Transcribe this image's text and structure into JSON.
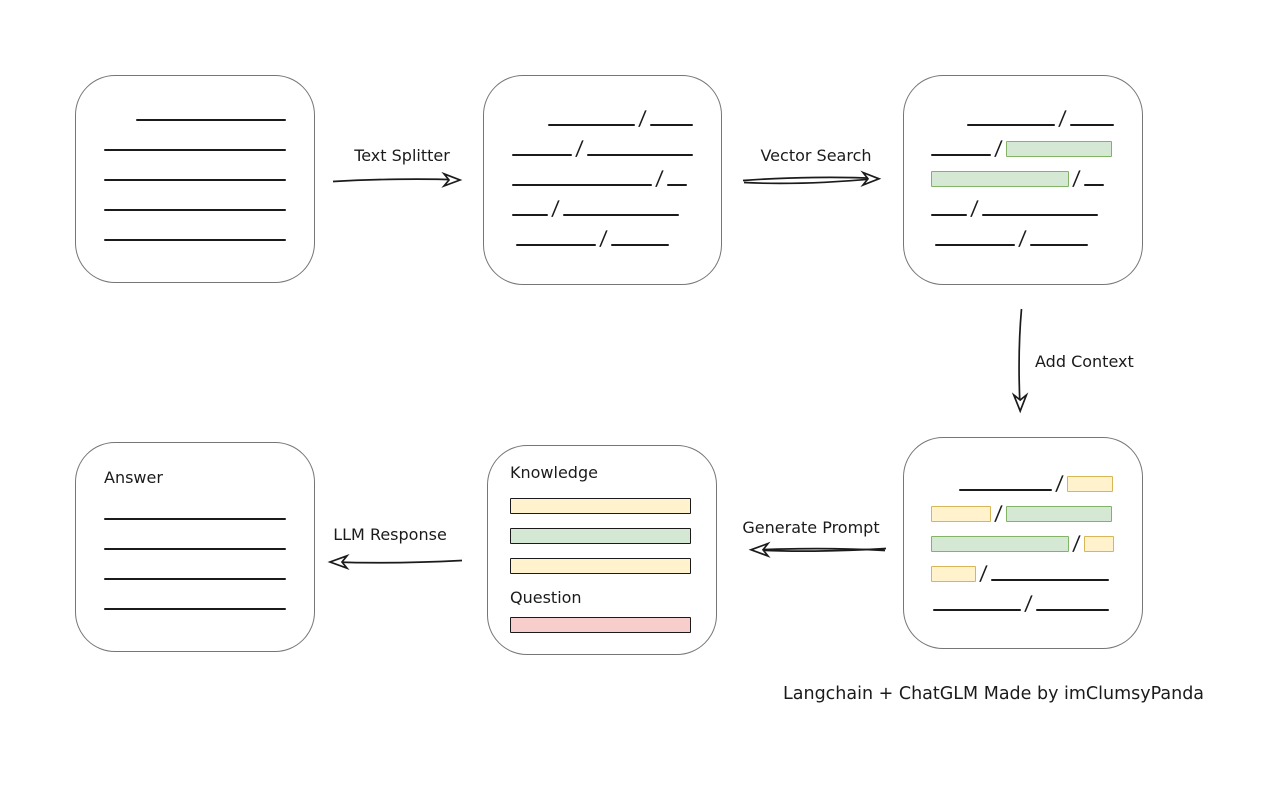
{
  "colors": {
    "ink": "#1b1b1b",
    "box_stroke": "#767676",
    "green_fill": "#d5e8d4",
    "green_stroke": "#82b366",
    "yellow_fill": "#fff2cc",
    "yellow_stroke": "#d6b656",
    "red_fill": "#f8cecc",
    "red_stroke": "#b85450"
  },
  "glyphs": {
    "slash": "/"
  },
  "labels": {
    "text_splitter": "Text Splitter",
    "vector_search": "Vector Search",
    "add_context": "Add Context",
    "generate_prompt": "Generate Prompt",
    "llm_response": "LLM Response"
  },
  "caption": "Langchain + ChatGLM Made by imClumsyPanda",
  "nodes": {
    "source_document": {
      "lines": [
        {
          "indent": 32,
          "w": 150
        },
        {
          "w": 182
        },
        {
          "w": 182
        },
        {
          "w": 182
        },
        {
          "w": 182
        }
      ]
    },
    "split_chunks": {
      "rows": [
        {
          "indent": 36,
          "segs": [
            {
              "t": "line",
              "w": 88
            },
            {
              "t": "slash"
            },
            {
              "t": "line",
              "w": 44
            }
          ]
        },
        {
          "segs": [
            {
              "t": "line",
              "w": 60
            },
            {
              "t": "slash"
            },
            {
              "t": "line",
              "w": 106
            }
          ]
        },
        {
          "segs": [
            {
              "t": "line",
              "w": 140
            },
            {
              "t": "slash"
            },
            {
              "t": "line",
              "w": 20
            }
          ]
        },
        {
          "segs": [
            {
              "t": "line",
              "w": 36
            },
            {
              "t": "slash"
            },
            {
              "t": "line",
              "w": 116
            }
          ]
        },
        {
          "indent": 4,
          "segs": [
            {
              "t": "line",
              "w": 80
            },
            {
              "t": "slash"
            },
            {
              "t": "line",
              "w": 58
            }
          ]
        }
      ]
    },
    "vector_matched": {
      "rows": [
        {
          "indent": 36,
          "segs": [
            {
              "t": "line",
              "w": 88
            },
            {
              "t": "slash"
            },
            {
              "t": "line",
              "w": 44
            }
          ]
        },
        {
          "segs": [
            {
              "t": "line",
              "w": 60
            },
            {
              "t": "slash"
            },
            {
              "t": "green",
              "w": 104
            }
          ]
        },
        {
          "segs": [
            {
              "t": "green",
              "w": 136
            },
            {
              "t": "slash"
            },
            {
              "t": "line",
              "w": 20
            }
          ]
        },
        {
          "segs": [
            {
              "t": "line",
              "w": 36
            },
            {
              "t": "slash"
            },
            {
              "t": "line",
              "w": 116
            }
          ]
        },
        {
          "indent": 4,
          "segs": [
            {
              "t": "line",
              "w": 80
            },
            {
              "t": "slash"
            },
            {
              "t": "line",
              "w": 58
            }
          ]
        }
      ]
    },
    "context_chunks": {
      "rows": [
        {
          "indent": 28,
          "segs": [
            {
              "t": "line",
              "w": 93
            },
            {
              "t": "slash"
            },
            {
              "t": "yellow",
              "w": 44
            }
          ]
        },
        {
          "segs": [
            {
              "t": "yellow",
              "w": 58
            },
            {
              "t": "slash"
            },
            {
              "t": "green",
              "w": 104
            }
          ]
        },
        {
          "segs": [
            {
              "t": "green",
              "w": 136
            },
            {
              "t": "slash"
            },
            {
              "t": "yellow",
              "w": 28
            }
          ]
        },
        {
          "segs": [
            {
              "t": "yellow",
              "w": 43
            },
            {
              "t": "slash"
            },
            {
              "t": "line",
              "w": 118
            }
          ]
        },
        {
          "indent": 2,
          "segs": [
            {
              "t": "line",
              "w": 88
            },
            {
              "t": "slash"
            },
            {
              "t": "line",
              "w": 73
            }
          ]
        }
      ]
    },
    "prompt": {
      "knowledge_label": "Knowledge",
      "question_label": "Question",
      "knowledge_bars": [
        {
          "color": "yellow",
          "w": 179
        },
        {
          "color": "green",
          "w": 179
        },
        {
          "color": "yellow",
          "w": 179
        }
      ],
      "question_bars": [
        {
          "color": "red",
          "w": 179
        }
      ]
    },
    "answer": {
      "label": "Answer",
      "lines": [
        {
          "w": 182
        },
        {
          "w": 182
        },
        {
          "w": 182
        },
        {
          "w": 182
        }
      ]
    }
  }
}
